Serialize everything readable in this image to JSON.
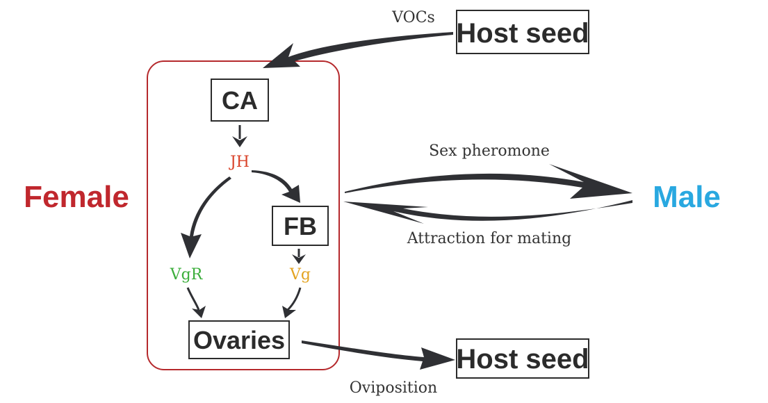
{
  "colors": {
    "female": "#c0272d",
    "male": "#29a8e0",
    "jh": "#d9432a",
    "vgr": "#3cae3c",
    "vg": "#e3a321",
    "frame": "#b5292c",
    "ink": "#2f3034"
  },
  "nodes": {
    "host_seed_top": "Host seed",
    "ca": "CA",
    "fb": "FB",
    "ovaries": "Ovaries",
    "host_seed_bottom": "Host seed"
  },
  "labels": {
    "vocs": "VOCs",
    "jh": "JH",
    "vgr": "VgR",
    "vg": "Vg",
    "female": "Female",
    "male": "Male",
    "sex_pheromone": "Sex pheromone",
    "attraction": "Attraction for mating",
    "oviposition": "Oviposition"
  }
}
